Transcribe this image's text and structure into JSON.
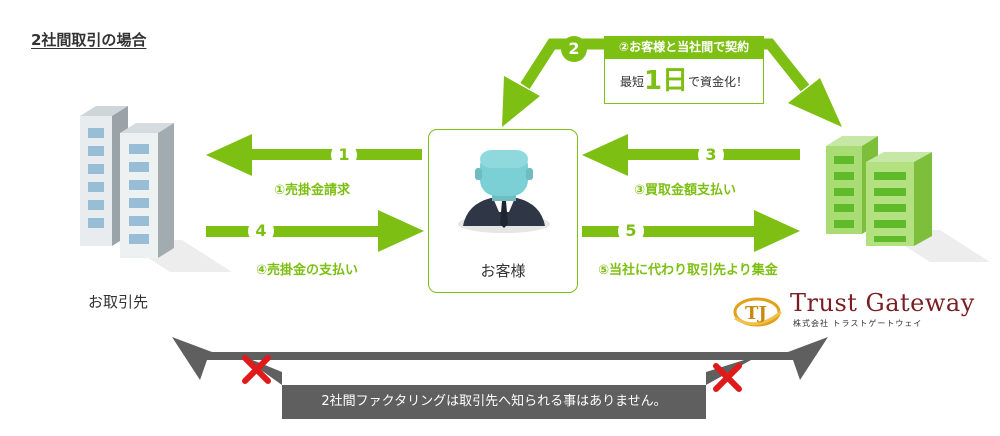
{
  "title": "2社間取引の場合",
  "nodes": {
    "client": "お取引先",
    "customer": "お客様"
  },
  "steps": {
    "s1": {
      "num": "1",
      "label": "①売掛金請求"
    },
    "s2": {
      "num": "2",
      "label": "②お客様と当社間で契約",
      "note_pre": "最短",
      "note_big": "1日",
      "note_post": "で資金化！"
    },
    "s3": {
      "num": "3",
      "label": "③買取金額支払い"
    },
    "s4": {
      "num": "4",
      "label": "④売掛金の支払い"
    },
    "s5": {
      "num": "5",
      "label": "⑤当社に代わり取引先より集金"
    }
  },
  "footer_note": "2社間ファクタリングは取引先へ知られる事はありません。",
  "logo": {
    "name": "Trust Gateway",
    "sub": "株式会社 トラストゲートウェイ"
  },
  "colors": {
    "accent": "#7dbf12",
    "dark_arrow": "#5f5f5f",
    "cross": "#e01a1a",
    "brand": "#7a1e23"
  },
  "icons": [
    "client-building-icon",
    "gateway-building-icon",
    "customer-avatar-icon",
    "cross-mark-icon",
    "logo-mark-icon"
  ]
}
